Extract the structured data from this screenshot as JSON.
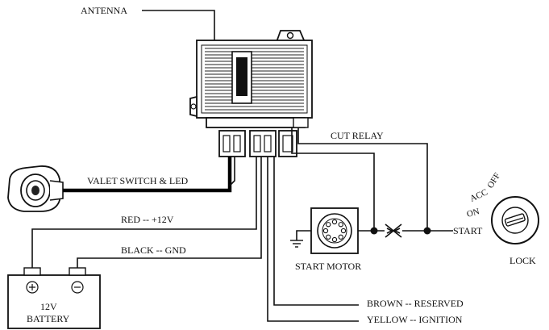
{
  "labels": {
    "antenna": "ANTENNA",
    "cut_relay": "CUT RELAY",
    "valet_switch": "VALET SWITCH & LED",
    "red_wire": "RED -- +12V",
    "black_wire": "BLACK -- GND",
    "start_motor": "START MOTOR",
    "start": "START",
    "lock": "LOCK",
    "brown_wire": "BROWN -- RESERVED",
    "yellow_wire": "YELLOW -- IGNITION",
    "battery_line1": "12V",
    "battery_line2": "BATTERY",
    "key_off": "OFF",
    "key_acc": "ACC",
    "key_on": "ON"
  },
  "icons": {
    "alarm_module": "control-unit-icon",
    "led_switch": "valet-led-switch-icon",
    "battery": "battery-icon",
    "motor": "start-motor-icon",
    "ignition": "ignition-lock-icon",
    "relay": "cut-relay-icon",
    "ground": "ground-icon"
  }
}
